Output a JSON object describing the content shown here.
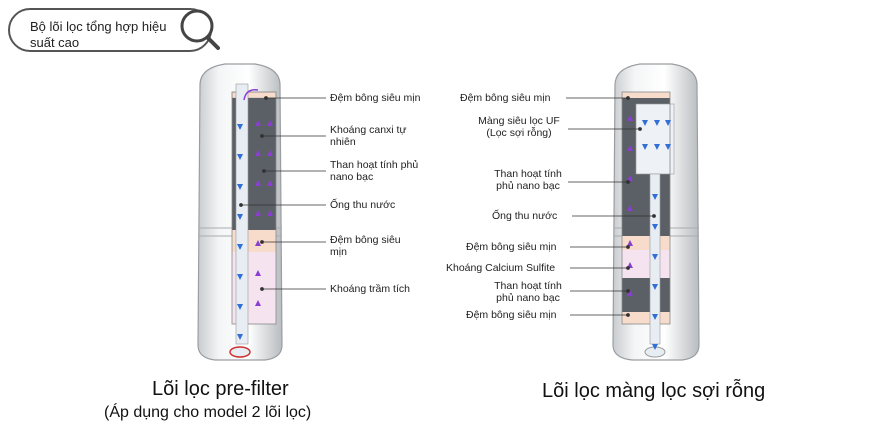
{
  "header": {
    "bubble_text": "Bộ lõi lọc tổng hợp hiệu suất cao"
  },
  "left": {
    "caption": "Lõi lọc pre-filter",
    "subcaption": "(Áp dụng cho model 2 lõi lọc)",
    "labels": [
      "Đệm bông siêu mịn",
      "Khoáng canxi tự nhiên",
      "Than hoạt tính phủ nano bạc",
      "Ống thu nước",
      "Đệm bông siêu mịn",
      "Khoáng trầm tích"
    ]
  },
  "right": {
    "caption": "Lõi lọc màng lọc sợi rỗng",
    "labels": [
      "Đệm bông siêu mịn",
      "Màng siêu lọc UF (Lọc sợi rỗng)",
      "Than hoạt tính phủ nano bạc",
      "Ống thu nước",
      "Đệm bông siêu mịn",
      "Khoáng Calcium Sulfite",
      "Than hoạt tính phủ nano bạc",
      "Đệm bông siêu mịn"
    ]
  },
  "colors": {
    "carbon": "#5b6066",
    "pad": "#f7dccb",
    "sediment": "#f5e4ef",
    "flow_blue": "#2f6fd6",
    "flow_purple": "#8a3fd1"
  }
}
